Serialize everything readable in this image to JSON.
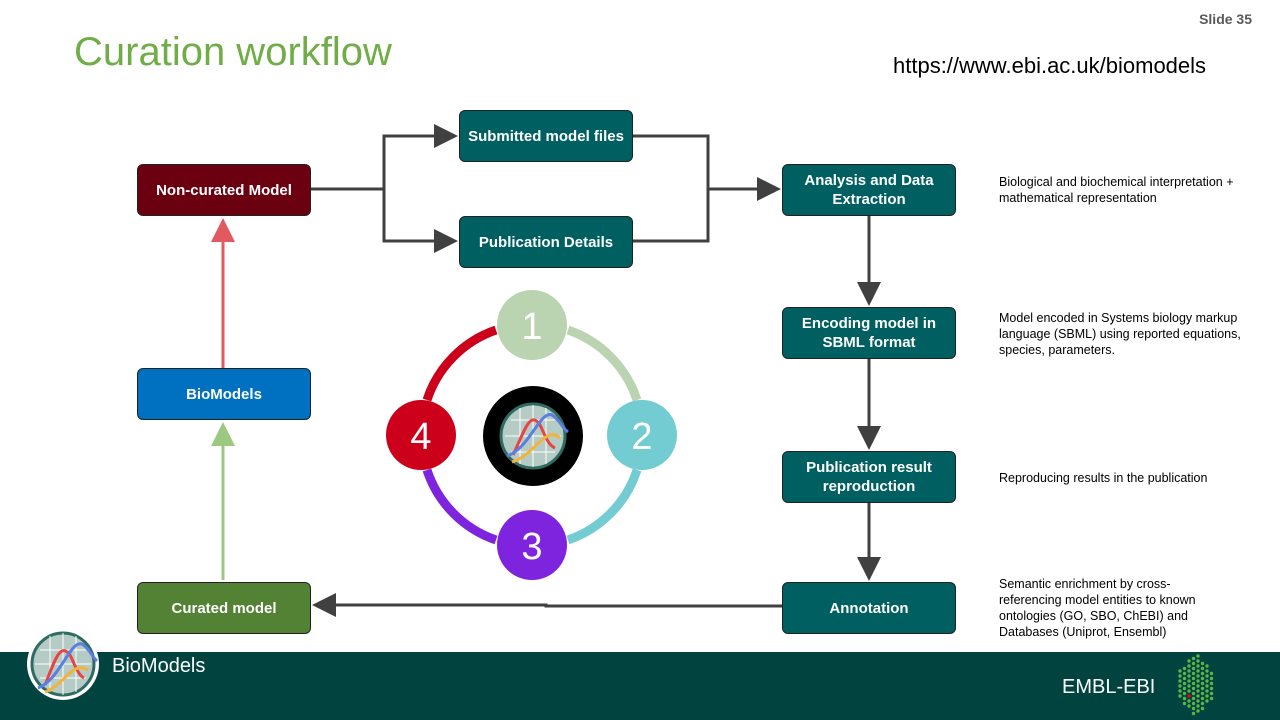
{
  "slide": {
    "title": "Curation workflow",
    "number": "Slide 35",
    "url": "https://www.ebi.ac.uk/biomodels"
  },
  "boxes": {
    "non_curated": "Non-curated Model",
    "submitted": "Submitted model files",
    "publication_details": "Publication Details",
    "analysis": "Analysis and Data Extraction",
    "encoding": "Encoding model in SBML format",
    "reproduction": "Publication result reproduction",
    "annotation": "Annotation",
    "biomodels": "BioModels",
    "curated": "Curated model"
  },
  "notes": {
    "analysis": "Biological and biochemical interpretation + mathematical representation",
    "encoding": "Model encoded in Systems biology markup language (SBML) using reported equations, species, parameters.",
    "reproduction": "Reproducing results in the publication",
    "annotation": "Semantic enrichment by cross-referencing model entities to known ontologies (GO, SBO, ChEBI) and Databases (Uniprot, Ensembl)"
  },
  "cycle": {
    "steps": [
      "1",
      "2",
      "3",
      "4"
    ],
    "colors": [
      "#bad3b1",
      "#72ccd2",
      "#7f24de",
      "#cc001a"
    ]
  },
  "footer": {
    "brand": "BioModels",
    "org": "EMBL-EBI"
  },
  "colors": {
    "teal": "#005f60",
    "dark_red": "#6b0011",
    "blue": "#0070c0",
    "green": "#548235",
    "footer": "#00433f",
    "title": "#70ad47"
  }
}
